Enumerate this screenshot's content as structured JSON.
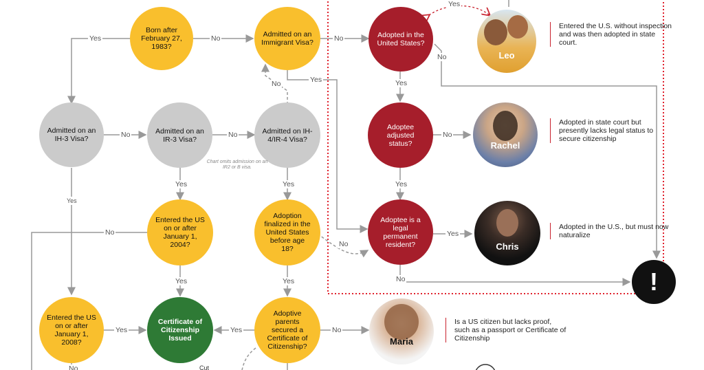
{
  "colors": {
    "yellow": "#f9bf2d",
    "gray": "#cbcbcb",
    "red": "#a61e2b",
    "green": "#2e7a35",
    "box": "#e0202c"
  },
  "nodes": {
    "born_after": "Born after February 27, 1983?",
    "immigrant_visa": "Admitted on an Immigrant Visa?",
    "adopted_us": "Adopted in the United States?",
    "ih3": "Admitted on an IH-3 Visa?",
    "ir3": "Admitted on an IR-3 Visa?",
    "ih4": "Admitted on IH-4/IR-4 Visa?",
    "adjusted": "Adoptee adjusted status?",
    "entered_2004": "Entered the US on or after January 1, 2004?",
    "finalized": "Adoption finalized in the United States before age 18?",
    "lpr": "Adoptee is a legal permanent resident?",
    "entered_2008": "Entered the US on or after January 1, 2008?",
    "certificate_issued": "Certificate of Citizenship Issued",
    "secured": "Adoptive parents secured a Certificate of Citizenship?",
    "alert": "!"
  },
  "labels": {
    "yes": "Yes",
    "no": "No"
  },
  "note": "Chart omits admission on an IR2 or B visa.",
  "people": {
    "leo": {
      "name": "Leo",
      "desc": "Entered the U.S. without inspection and was then adopted in state court."
    },
    "rachel": {
      "name": "Rachel",
      "desc": "Adopted in state court but presently lacks legal status to secure citizenship"
    },
    "chris": {
      "name": "Chris",
      "desc": "Adopted in the U.S., but must now naturalize"
    },
    "maria": {
      "name": "Maria",
      "desc": "Is a US citizen but lacks proof, such as a passport or Certificate of Citizenship"
    }
  },
  "bottom_fragment": "Cut"
}
